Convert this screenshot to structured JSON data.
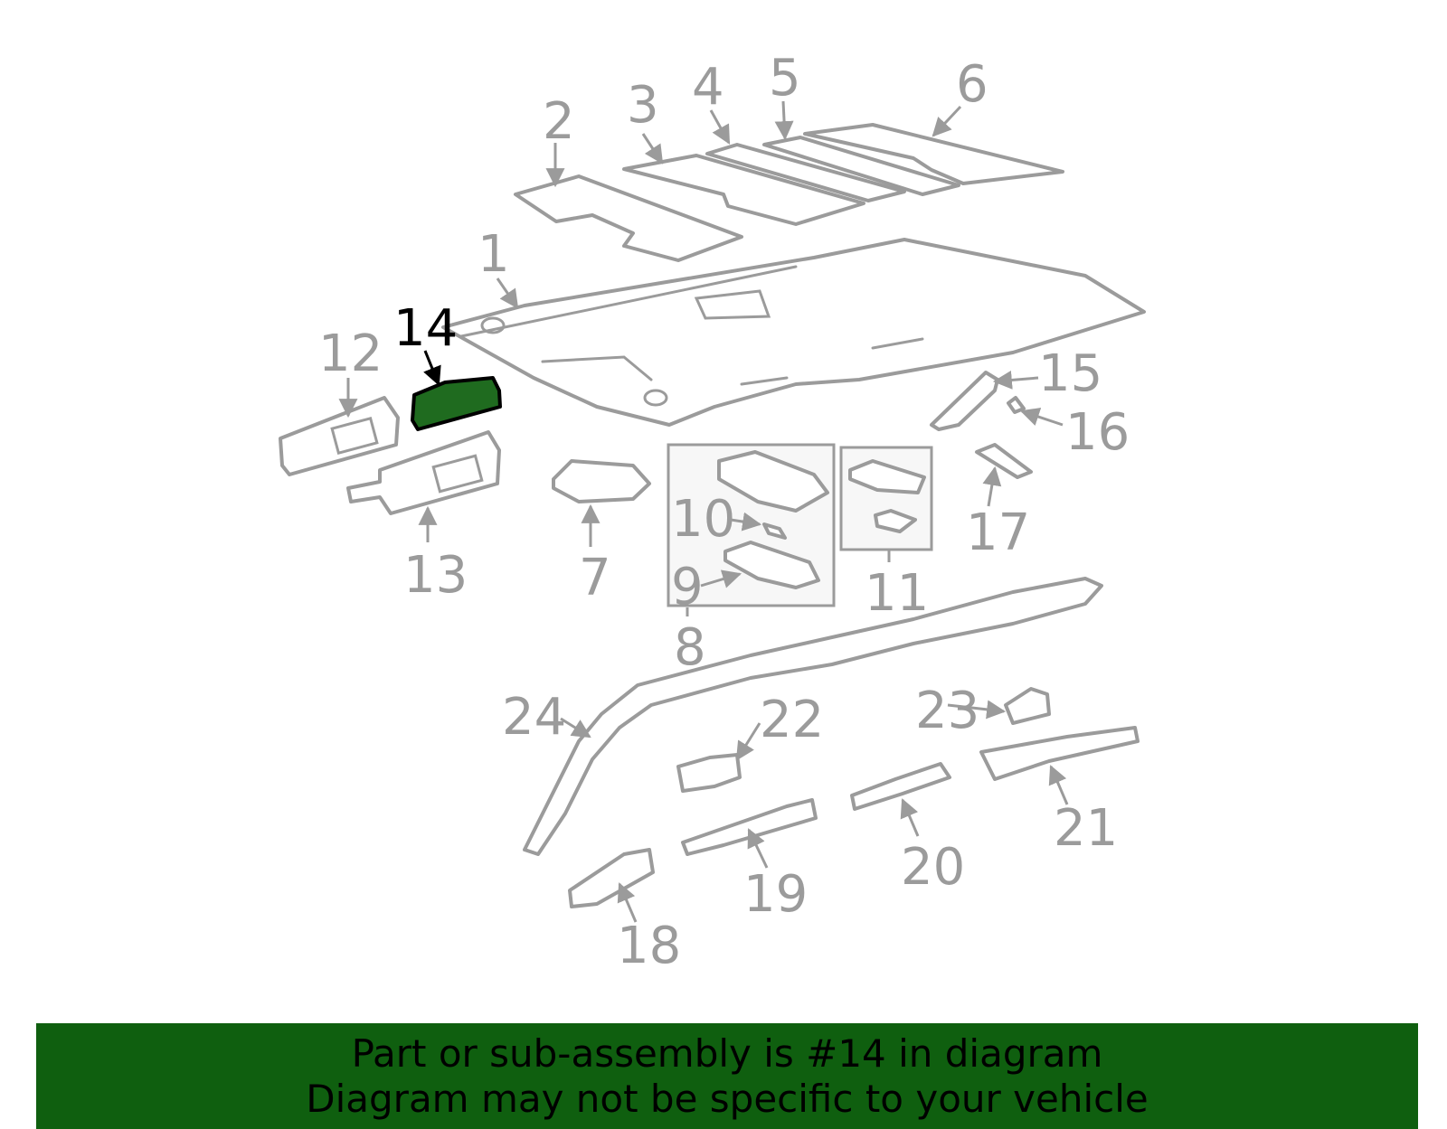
{
  "colors": {
    "part_stroke": "#9b9b9b",
    "highlight_fill": "#1f6b1f",
    "highlight_label": "#000000",
    "banner_bg": "#0f5f0f"
  },
  "selected_part": "14",
  "callouts": {
    "c1": "1",
    "c2": "2",
    "c3": "3",
    "c4": "4",
    "c5": "5",
    "c6": "6",
    "c7": "7",
    "c8": "8",
    "c9": "9",
    "c10": "10",
    "c11": "11",
    "c12": "12",
    "c13": "13",
    "c14": "14",
    "c15": "15",
    "c16": "16",
    "c17": "17",
    "c18": "18",
    "c19": "19",
    "c20": "20",
    "c21": "21",
    "c22": "22",
    "c23": "23",
    "c24": "24"
  },
  "banner": {
    "line1": "Part or sub-assembly is #14 in diagram",
    "line2": "Diagram may not be specific to your vehicle"
  }
}
